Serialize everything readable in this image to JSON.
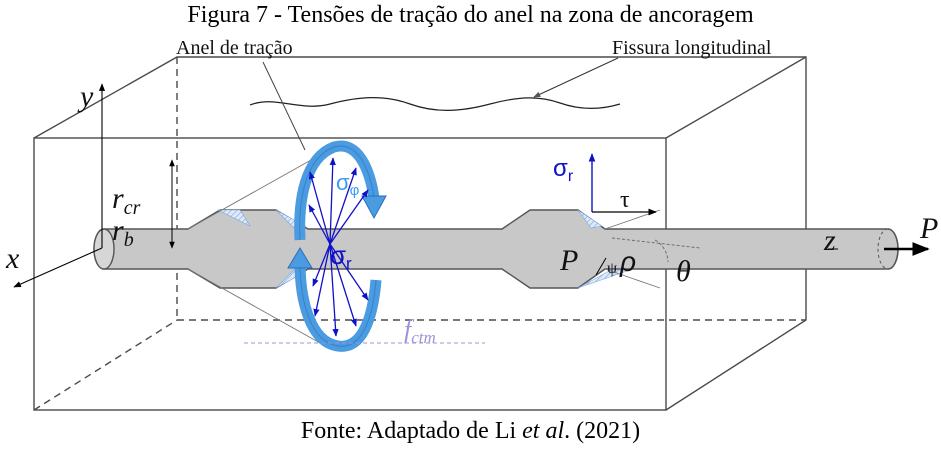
{
  "figure": {
    "title": "Figura 7 - Tensões de tração do anel na zona de ancoragem",
    "source_prefix": "Fonte: Adaptado de Li ",
    "source_italic": "et al",
    "source_suffix": ". (2021)"
  },
  "labels": {
    "tension_ring": "Anel de tração",
    "longitudinal_crack": "Fissura longitudinal",
    "axis_y": "y",
    "axis_x": "x",
    "axis_z": "z",
    "load_left": "P",
    "load_right": "P",
    "r_cr_main": "r",
    "r_cr_sub": "cr",
    "r_b_main": "r",
    "r_b_sub": "b",
    "sigma_phi_main": "σ",
    "sigma_phi_sub": "φ",
    "sigma_r_center_main": "σ",
    "sigma_r_center_sub": "r",
    "sigma_r_right_main": "σ",
    "sigma_r_right_sub": "r",
    "tau": "τ",
    "rho": "ρ",
    "theta": "θ",
    "psi": "ψ",
    "f_ctm_main": "f",
    "f_ctm_sub": "ctm"
  },
  "colors": {
    "bar_fill": "#c8c8c8",
    "bar_stroke": "#555555",
    "box_stroke": "#4a4a4a",
    "ring_blue": "#4a9be0",
    "stress_dark_blue": "#1010c8",
    "sigma_phi_blue": "#3c9cf0",
    "fctm_purple": "#9b95d8",
    "hatch_blue": "#a9c8ef"
  }
}
